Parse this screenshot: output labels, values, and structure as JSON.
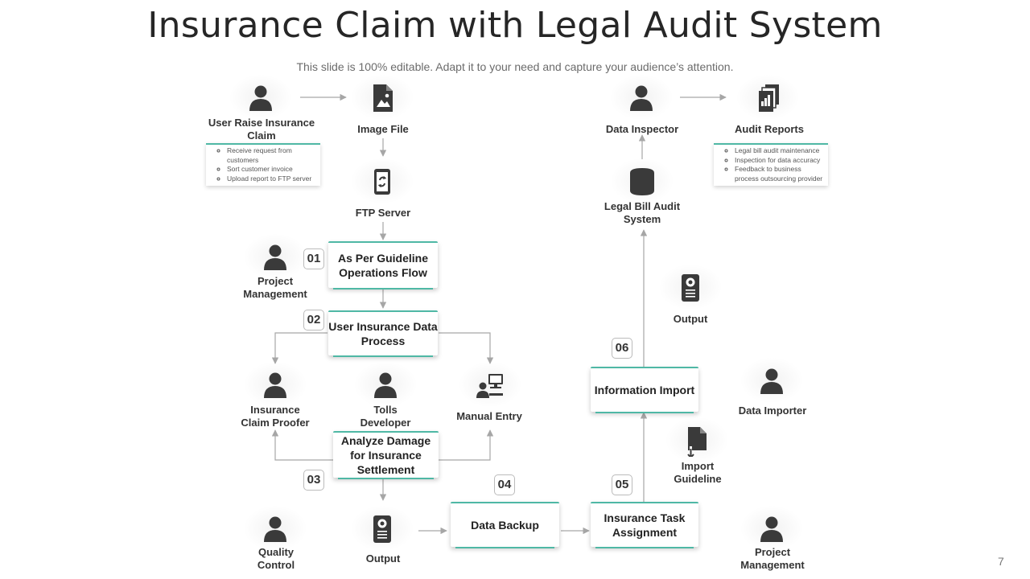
{
  "header": {
    "title": "Insurance Claim with Legal Audit System",
    "subtitle": "This slide is 100% editable. Adapt it to your need and capture your audience’s attention.",
    "page_number": "7"
  },
  "nodes": {
    "user_raise": "User Raise Insurance Claim",
    "image_file": "Image File",
    "ftp_server": "FTP Server",
    "project_mgmt_1": "Project Management",
    "insurance_proofer": "Insurance Claim Proofer",
    "tolls_developer": "Tolls Developer",
    "manual_entry": "Manual Entry",
    "quality_control": "Quality Control",
    "output_1": "Output",
    "data_inspector": "Data Inspector",
    "audit_reports": "Audit Reports",
    "legal_bill_audit": "Legal Bill Audit System",
    "output_2": "Output",
    "data_importer": "Data Importer",
    "import_guideline": "Import Guideline",
    "project_mgmt_2": "Project Management"
  },
  "steps": {
    "s01": {
      "num": "01",
      "label": "As Per Guideline Operations Flow"
    },
    "s02": {
      "num": "02",
      "label": "User Insurance Data Process"
    },
    "s03": {
      "num": "03",
      "label": "Analyze Damage for Insurance Settlement"
    },
    "s04": {
      "num": "04",
      "label": "Data Backup"
    },
    "s05": {
      "num": "05",
      "label": "Insurance Task Assignment"
    },
    "s06": {
      "num": "06",
      "label": "Information Import"
    }
  },
  "notes": {
    "user_raise": [
      "Receive request from customers",
      "Sort customer invoice",
      "Upload report to FTP server"
    ],
    "audit_reports": [
      "Legal bill audit maintenance",
      "Inspection for data accuracy",
      "Feedback to business process outsourcing  provider"
    ]
  },
  "colors": {
    "accent": "#4fb8a5",
    "icon": "#3a3a3a",
    "connector": "#a6a6a6"
  }
}
